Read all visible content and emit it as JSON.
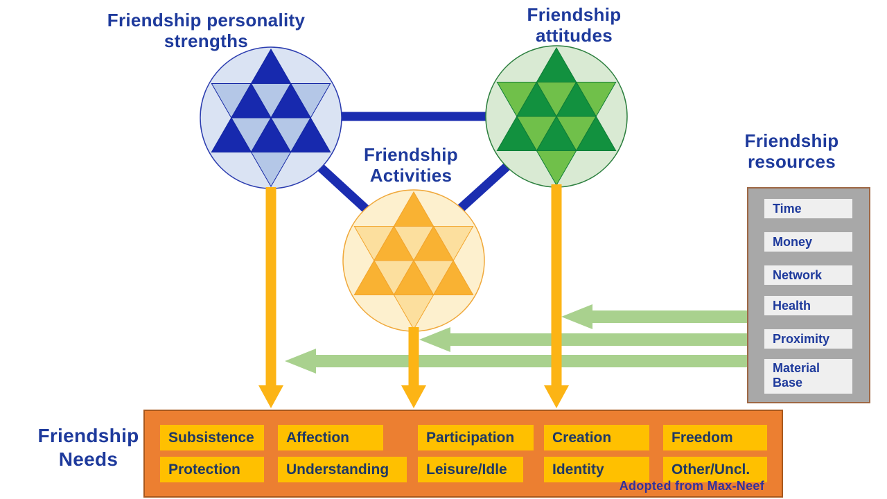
{
  "colors": {
    "title_text": "#1e3a9c",
    "connector": "#1b2db0",
    "blue_strong": "#1729ae",
    "blue_light": "#b4c7e7",
    "blue_bg": "#dae3f3",
    "green_strong": "#12913f",
    "green_light": "#70c04a",
    "green_bg": "#d9ead3",
    "gold_strong": "#f9b233",
    "gold_light": "#fcdf9e",
    "gold_bg": "#fdf0ce",
    "arrow_gold": "#fcb415",
    "arrow_green": "#a9d18e",
    "resources_box_bg": "#a8a8a8",
    "resources_box_border": "#9e6744",
    "resources_item_bg": "#efefef",
    "needs_box_bg": "#ec7f31",
    "needs_box_border": "#a8581d",
    "needs_item_bg": "#ffc000",
    "needs_item_text": "#1f3864",
    "caption_text": "#32329b"
  },
  "nodes": {
    "personality": {
      "lines": [
        "Friendship personality",
        "strengths"
      ]
    },
    "attitudes": {
      "lines": [
        "Friendship",
        "attitudes"
      ]
    },
    "activities": {
      "lines": [
        "Friendship",
        "Activities"
      ]
    },
    "resources": {
      "lines": [
        "Friendship",
        "resources"
      ]
    },
    "needs": {
      "lines": [
        "Friendship",
        "Needs"
      ]
    }
  },
  "resources_panel": {
    "items": [
      "Time",
      "Money",
      "Network",
      "Health",
      "Proximity",
      "Material Base"
    ]
  },
  "needs_panel": {
    "row1": [
      "Subsistence",
      "Affection",
      "Participation",
      "Creation",
      "Freedom"
    ],
    "row2": [
      "Protection",
      "Understanding",
      "Leisure/Idle",
      "Identity",
      "Other/Uncl."
    ],
    "caption": "Adopted from Max-Neef"
  }
}
